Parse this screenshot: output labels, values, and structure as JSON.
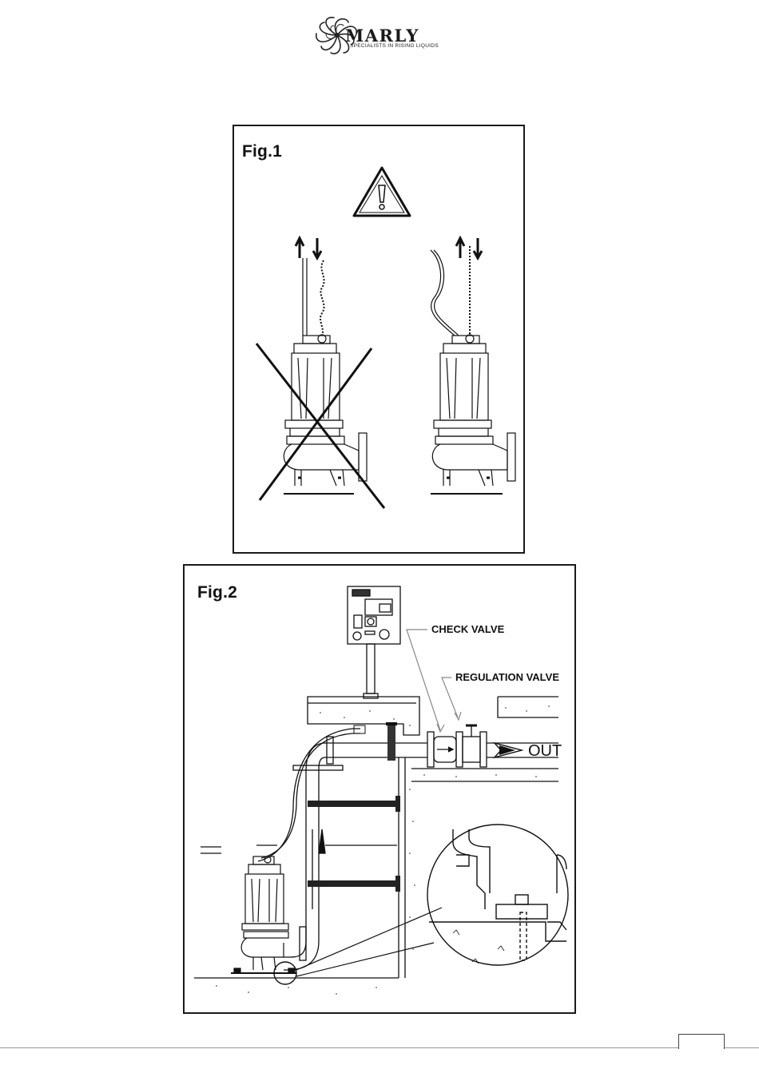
{
  "header": {
    "logo_word": "MARLY",
    "logo_tagline": "SPECIALISTS IN RISING LIQUIDS"
  },
  "fig1": {
    "title": "Fig.1"
  },
  "fig2": {
    "title": "Fig.2",
    "check_valve_label": "CHECK VALVE",
    "regulation_valve_label": "REGULATION VALVE",
    "outlet_label": "OUT"
  }
}
